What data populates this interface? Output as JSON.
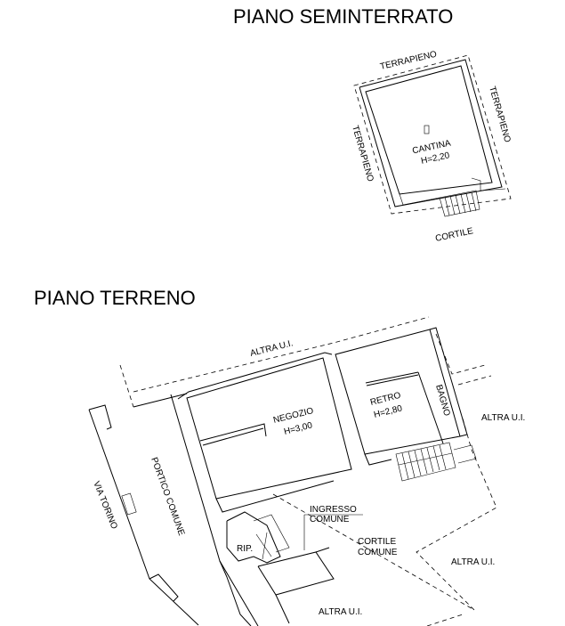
{
  "basement": {
    "title": "PIANO SEMINTERRATO",
    "labels": {
      "top": "TERRAPIENO",
      "right": "TERRAPIENO",
      "left": "TERRAPIENO",
      "room": "CANTINA",
      "height": "H=2,20",
      "bottom": "CORTILE"
    }
  },
  "ground": {
    "title": "PIANO TERRENO",
    "labels": {
      "altra_top": "ALTRA U.I.",
      "negozio": "NEGOZIO",
      "negozio_h": "H=3,00",
      "retro": "RETRO",
      "retro_h": "H=2,80",
      "bagno": "BAGNO",
      "altra_right": "ALTRA U.I.",
      "portico": "PORTICO COMUNE",
      "via": "VIA TORINO",
      "ingresso_1": "INGRESSO",
      "ingresso_2": "COMUNE",
      "rip": "RIP.",
      "cortile_1": "CORTILE",
      "cortile_2": "COMUNE",
      "altra_mid": "ALTRA U.I.",
      "altra_bottom": "ALTRA U.I."
    }
  }
}
